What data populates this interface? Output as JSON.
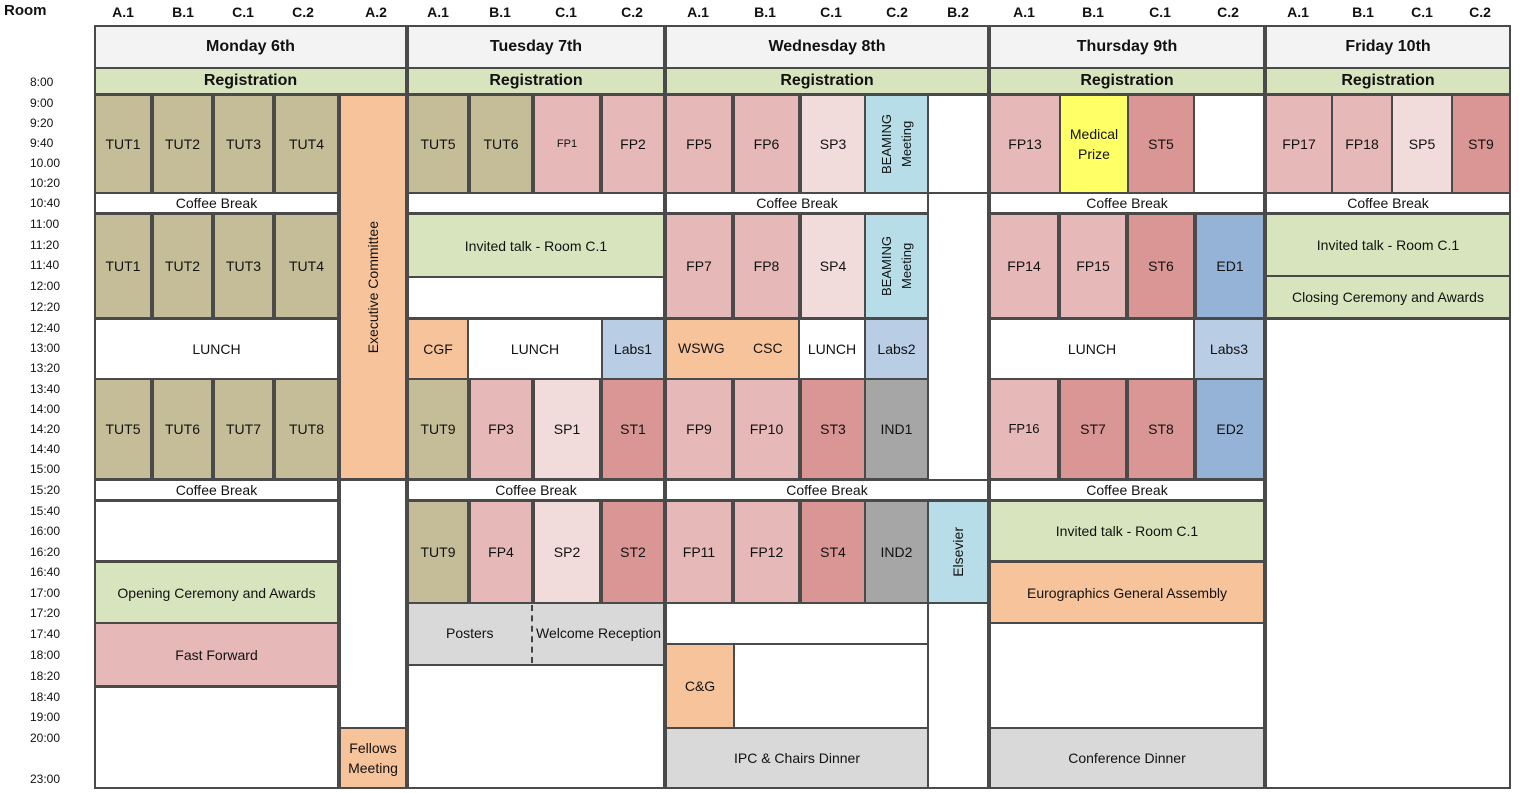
{
  "room_label": "Room",
  "rooms": [
    "A.1",
    "B.1",
    "C.1",
    "C.2",
    "A.2",
    "A.1",
    "B.1",
    "C.1",
    "C.2",
    "A.1",
    "B.1",
    "C.1",
    "C.2",
    "B.2",
    "A.1",
    "B.1",
    "C.1",
    "C.2",
    "A.1",
    "B.1",
    "C.1",
    "C.2"
  ],
  "times": [
    "8:00",
    "9:00",
    "9:20",
    "9:40",
    "10.00",
    "10:20",
    "10:40",
    "11:00",
    "11:20",
    "11:40",
    "12:00",
    "12:20",
    "12:40",
    "13:00",
    "13:20",
    "13:40",
    "14:00",
    "14:20",
    "14:40",
    "15:00",
    "15:20",
    "15:40",
    "16:00",
    "16:20",
    "16:40",
    "17:00",
    "17:20",
    "17:40",
    "18:00",
    "18:20",
    "18:40",
    "19:00",
    "20:00",
    "23:00"
  ],
  "days": [
    "Monday 6th",
    "Tuesday 7th",
    "Wednesday 8th",
    "Thursday 9th",
    "Friday 10th"
  ],
  "registration": "Registration",
  "coffee": "Coffee Break",
  "lunch": "LUNCH",
  "invited": "Invited talk - Room C.1",
  "colors": {
    "tutorial": "#c4bd97",
    "full_paper": "#e6b9b8",
    "short_paper": "#f2dcdb",
    "state_of_art": "#d99694",
    "meeting_blue": "#b7dee8",
    "lab": "#b9cde5",
    "education": "#95b3d7",
    "industry": "#a6a6a6",
    "green": "#d7e4bd",
    "orange": "#f7c39a",
    "gray": "#d9d9d9",
    "yellow": "#ffff66",
    "day_header": "#f3f3f3"
  },
  "monday": {
    "tut_am": [
      "TUT1",
      "TUT2",
      "TUT3",
      "TUT4"
    ],
    "tut_pm": [
      "TUT5",
      "TUT6",
      "TUT7",
      "TUT8"
    ],
    "executive": "Executive Committee",
    "opening": "Opening Ceremony and Awards",
    "fast_forward": "Fast Forward",
    "fellows": "Fellows Meeting"
  },
  "tuesday": {
    "am": [
      "TUT5",
      "TUT6",
      "FP1",
      "FP2"
    ],
    "cgf": "CGF",
    "labs1": "Labs1",
    "mid": [
      "TUT9",
      "FP3",
      "SP1",
      "ST1"
    ],
    "pm": [
      "TUT9",
      "FP4",
      "SP2",
      "ST2"
    ],
    "posters": "Posters",
    "welcome": "Welcome Reception"
  },
  "wednesday": {
    "am": [
      "FP5",
      "FP6",
      "SP3"
    ],
    "beaming": "BEAMING Meeting",
    "late": [
      "FP7",
      "FP8",
      "SP4"
    ],
    "wswg": "WSWG",
    "csc": "CSC",
    "labs2": "Labs2",
    "mid": [
      "FP9",
      "FP10",
      "ST3",
      "IND1"
    ],
    "pm": [
      "FP11",
      "FP12",
      "ST4",
      "IND2"
    ],
    "elsevier": "Elsevier",
    "cg": "C&G",
    "ipc": "IPC & Chairs Dinner"
  },
  "thursday": {
    "fp13": "FP13",
    "medical": "Medical Prize",
    "st5": "ST5",
    "late": [
      "FP14",
      "FP15",
      "ST6",
      "ED1"
    ],
    "labs3": "Labs3",
    "mid": [
      "FP16",
      "ST7",
      "ST8",
      "ED2"
    ],
    "assembly": "Eurographics General Assembly",
    "dinner": "Conference Dinner"
  },
  "friday": {
    "am": [
      "FP17",
      "FP18",
      "SP5",
      "ST9"
    ],
    "closing": "Closing Ceremony and Awards"
  }
}
